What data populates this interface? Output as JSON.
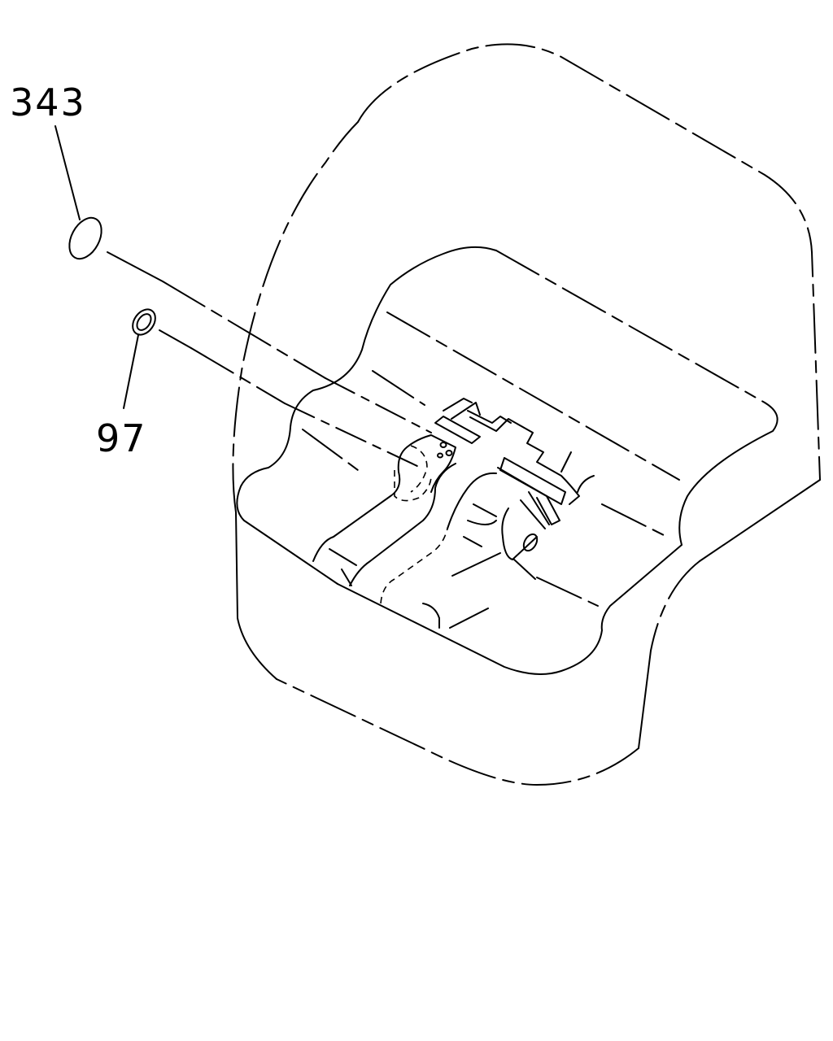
{
  "diagram": {
    "callouts": [
      {
        "id": "part-343",
        "label": "343"
      },
      {
        "id": "part-97",
        "label": "97"
      }
    ],
    "line_color": "#000000",
    "background": "#ffffff"
  }
}
